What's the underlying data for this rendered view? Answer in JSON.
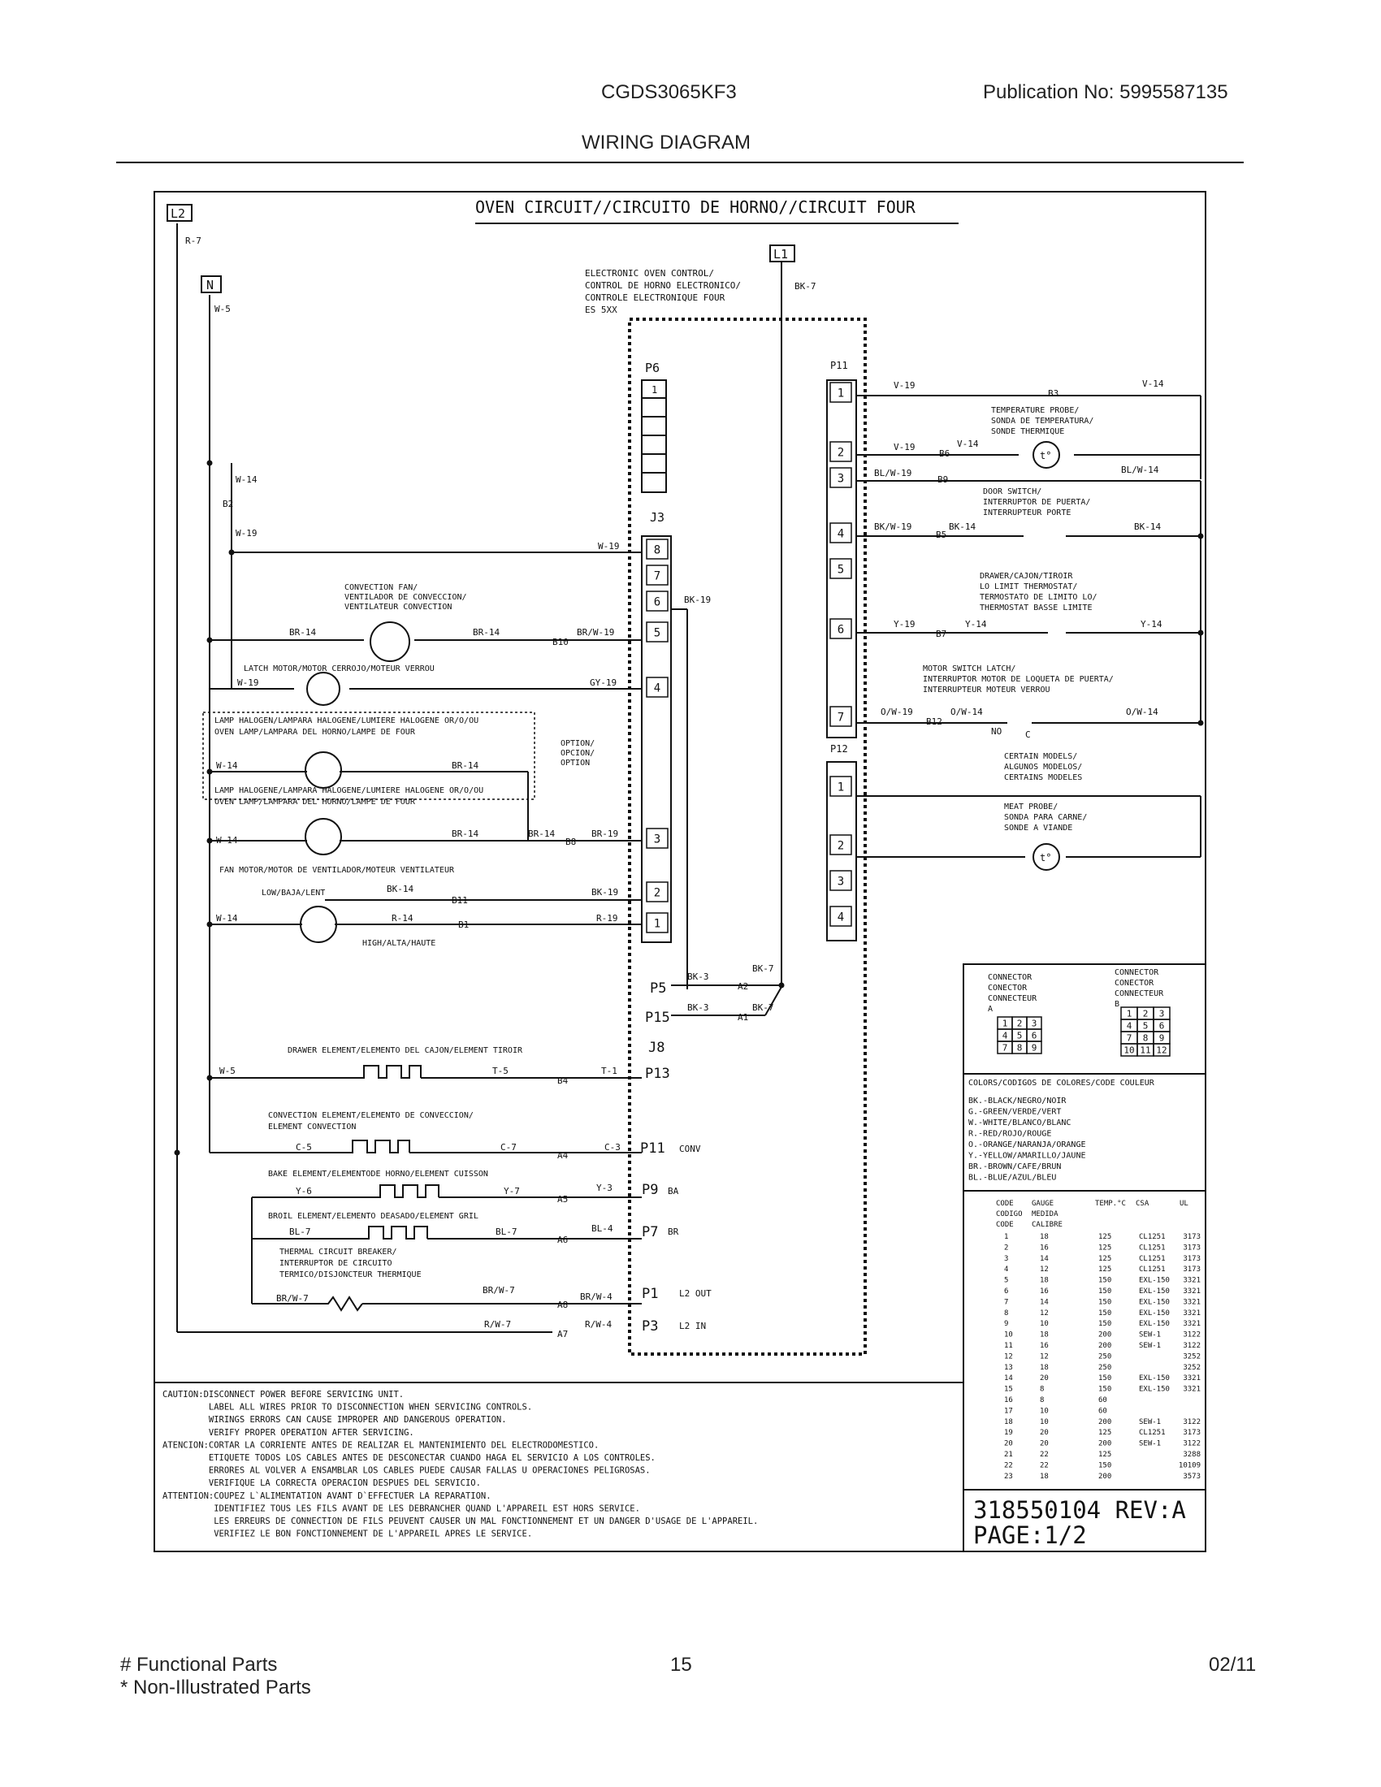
{
  "header": {
    "model": "CGDS3065KF3",
    "publication": "Publication No:  5995587135",
    "section_title": "WIRING DIAGRAM"
  },
  "diagram": {
    "title": "OVEN CIRCUIT//CIRCUITO DE HORNO//CIRCUIT FOUR",
    "terminals": {
      "l2": "L2",
      "n": "N",
      "l1": "L1"
    },
    "wires": {
      "r7": "R-7",
      "w5": "W-5",
      "bk7": "BK-7",
      "w14": "W-14",
      "b2": "B2",
      "w19": "W-19",
      "w19_j3": "W-19",
      "br14a": "BR-14",
      "br14b": "BR-14",
      "b10": "B10",
      "brw19": "BR/W-19",
      "bk19": "BK-19",
      "w19_latch": "W-19",
      "gy19": "GY-19",
      "w14_lamp1": "W-14",
      "br14_lamp1": "BR-14",
      "w14_lamp2": "W-14",
      "br14_lamp2": "BR-14",
      "br14_b8": "BR-14",
      "b8": "B8",
      "br19": "BR-19",
      "bk14_fan": "BK-14",
      "b11": "B11",
      "bk19_fan": "BK-19",
      "w14_fan": "W-14",
      "r14": "R-14",
      "b1": "B1",
      "r19": "R-19",
      "bk3a": "BK-3",
      "bk7a": "BK-7",
      "a2": "A2",
      "bk3b": "BK-3",
      "a1": "A1",
      "bk7b": "BK-7",
      "w5_drawer": "W-5",
      "t5": "T-5",
      "b4": "B4",
      "t1": "T-1",
      "c5": "C-5",
      "c7": "C-7",
      "a4": "A4",
      "c3": "C-3",
      "y6": "Y-6",
      "y7": "Y-7",
      "a5": "A5",
      "y3": "Y-3",
      "bl7a": "BL-7",
      "bl7b": "BL-7",
      "a6": "A6",
      "bl4": "BL-4",
      "brw7a": "BR/W-7",
      "brw7b": "BR/W-7",
      "a8": "A8",
      "brw4": "BR/W-4",
      "rw7": "R/W-7",
      "a7": "A7",
      "rw4": "R/W-4",
      "v19a": "V-19",
      "b3": "B3",
      "v14a": "V-14",
      "v19b": "V-19",
      "b6": "B6",
      "v14b": "V-14",
      "blw19": "BL/W-19",
      "b9": "B9",
      "blw14": "BL/W-14",
      "bkw19": "BK/W-19",
      "bk14_door": "BK-14",
      "b5": "B5",
      "bk14_door2": "BK-14",
      "y19": "Y-19",
      "b7": "B7",
      "y14a": "Y-14",
      "y14b": "Y-14",
      "ow19": "O/W-19",
      "b12": "B12",
      "ow14a": "O/W-14",
      "ow14b": "O/W-14",
      "no": "NO",
      "c": "C"
    },
    "control": {
      "label1": "ELECTRONIC OVEN CONTROL/",
      "label2": "CONTROL DE HORNO ELECTRONICO/",
      "label3": "CONTROLE ELECTRONIQUE FOUR",
      "label4": "ES 5XX",
      "p6": "P6",
      "p6_pin": "1",
      "j3": "J3",
      "p11": "P11",
      "p12": "P12",
      "j3_pins": [
        "8",
        "7",
        "6",
        "5",
        "4",
        "3",
        "2",
        "1"
      ],
      "p11_pins": [
        "1",
        "2",
        "3",
        "4",
        "5",
        "6",
        "7"
      ],
      "p12_pins": [
        "1",
        "2",
        "3",
        "4"
      ],
      "p5": "P5",
      "p15": "P15",
      "j8": "J8",
      "p13": "P13",
      "p11b": "P11",
      "conv": "CONV",
      "p9": "P9",
      "ba": "BA",
      "p7": "P7",
      "br": "BR",
      "p1": "P1",
      "l2out": "L2 OUT",
      "p3": "P3",
      "l2in": "L2 IN"
    },
    "components": {
      "conv_fan1": "CONVECTION FAN/",
      "conv_fan2": "VENTILADOR DE CONVECCION/",
      "conv_fan3": "VENTILATEUR CONVECTION",
      "latch": "LATCH MOTOR/MOTOR CERROJO/MOTEUR VERROU",
      "lamp1a": "LAMP HALOGEN/LAMPARA HALOGENE/LUMIERE HALOGENE OR/O/OU",
      "lamp1b": "OVEN LAMP/LAMPARA DEL HORNO/LAMPE DE FOUR",
      "lamp2a": "LAMP HALOGENE/LAMPARA HALOGENE/LUMIERE HALOGENE OR/O/OU",
      "lamp2b": "OVEN LAMP/LAMPARA DEL HORNO/LAMPE DE FOUR",
      "option1": "OPTION/",
      "option2": "OPCION/",
      "option3": "OPTION",
      "fan_motor": "FAN MOTOR/MOTOR DE VENTILADOR/MOTEUR VENTILATEUR",
      "low": "LOW/BAJA/LENT",
      "high": "HIGH/ALTA/HAUTE",
      "drawer": "DRAWER ELEMENT/ELEMENTO DEL CAJON/ELEMENT TIROIR",
      "conv_el1": "CONVECTION ELEMENT/ELEMENTO DE CONVECCION/",
      "conv_el2": "ELEMENT CONVECTION",
      "bake": "BAKE ELEMENT/ELEMENTODE HORNO/ELEMENT CUISSON",
      "broil": "BROIL ELEMENT/ELEMENTO DEASADO/ELEMENT GRIL",
      "thermal1": "THERMAL CIRCUIT BREAKER/",
      "thermal2": "INTERRUPTOR DE CIRCUITO",
      "thermal3": "TERMICO/DISJONCTEUR THERMIQUE",
      "probe1": "TEMPERATURE PROBE/",
      "probe2": "SONDA DE TEMPERATURA/",
      "probe3": "SONDE THERMIQUE",
      "door1": "DOOR SWITCH/",
      "door2": "INTERRUPTOR DE PUERTA/",
      "door3": "INTERRUPTEUR PORTE",
      "drawer_t1": "DRAWER/CAJON/TIROIR",
      "drawer_t2": "LO LIMIT THERMOSTAT/",
      "drawer_t3": "TERMOSTATO DE LIMITO LO/",
      "drawer_t4": "THERMOSTAT BASSE LIMITE",
      "mswitch1": "MOTOR SWITCH LATCH/",
      "mswitch2": "INTERRUPTOR MOTOR DE LOQUETA DE PUERTA/",
      "mswitch3": "INTERRUPTEUR MOTEUR VERROU",
      "certain1": "CERTAIN MODELS/",
      "certain2": "ALGUNOS MODELOS/",
      "certain3": "CERTAINS MODELES",
      "meat1": "MEAT PROBE/",
      "meat2": "SONDA PARA CARNE/",
      "meat3": "SONDE A VIANDE",
      "t_symbol": "t°"
    },
    "connectors": {
      "a_l1": "CONNECTOR",
      "a_l2": "CONECTOR",
      "a_l3": "CONNECTEUR",
      "a_id": "A",
      "b_l1": "CONNECTOR",
      "b_l2": "CONECTOR",
      "b_l3": "CONNECTEUR",
      "b_id": "B",
      "grid_a": [
        [
          "1",
          "2",
          "3"
        ],
        [
          "4",
          "5",
          "6"
        ],
        [
          "7",
          "8",
          "9"
        ]
      ],
      "grid_b": [
        [
          "1",
          "2",
          "3"
        ],
        [
          "4",
          "5",
          "6"
        ],
        [
          "7",
          "8",
          "9"
        ],
        [
          "10",
          "11",
          "12"
        ]
      ]
    },
    "colors": {
      "title": "COLORS/CODIGOS DE COLORES/CODE COULEUR",
      "lines": [
        "BK.-BLACK/NEGRO/NOIR",
        "G.-GREEN/VERDE/VERT",
        "W.-WHITE/BLANCO/BLANC",
        "R.-RED/ROJO/ROUGE",
        "O.-ORANGE/NARANJA/ORANGE",
        "Y.-YELLOW/AMARILLO/JAUNE",
        "BR.-BROWN/CAFE/BRUN",
        "BL.-BLUE/AZUL/BLEU"
      ]
    },
    "gauge_table": {
      "headers": [
        "CODE",
        "GAUGE",
        "TEMP.°C",
        "CSA",
        "UL"
      ],
      "headers2": [
        "CODIGO",
        "MEDIDA"
      ],
      "headers3": [
        "CODE",
        "CALIBRE"
      ],
      "rows": [
        [
          "1",
          "18",
          "125",
          "CL1251",
          "3173"
        ],
        [
          "2",
          "16",
          "125",
          "CL1251",
          "3173"
        ],
        [
          "3",
          "14",
          "125",
          "CL1251",
          "3173"
        ],
        [
          "4",
          "12",
          "125",
          "CL1251",
          "3173"
        ],
        [
          "5",
          "18",
          "150",
          "EXL-150",
          "3321"
        ],
        [
          "6",
          "16",
          "150",
          "EXL-150",
          "3321"
        ],
        [
          "7",
          "14",
          "150",
          "EXL-150",
          "3321"
        ],
        [
          "8",
          "12",
          "150",
          "EXL-150",
          "3321"
        ],
        [
          "9",
          "10",
          "150",
          "EXL-150",
          "3321"
        ],
        [
          "10",
          "18",
          "200",
          "SEW-1",
          "3122"
        ],
        [
          "11",
          "16",
          "200",
          "SEW-1",
          "3122"
        ],
        [
          "12",
          "12",
          "250",
          "",
          "3252"
        ],
        [
          "13",
          "18",
          "250",
          "",
          "3252"
        ],
        [
          "14",
          "20",
          "150",
          "EXL-150",
          "3321"
        ],
        [
          "15",
          "8",
          "150",
          "EXL-150",
          "3321"
        ],
        [
          "16",
          "8",
          "60",
          "",
          ""
        ],
        [
          "17",
          "10",
          "60",
          "",
          ""
        ],
        [
          "18",
          "10",
          "200",
          "SEW-1",
          "3122"
        ],
        [
          "19",
          "20",
          "125",
          "CL1251",
          "3173"
        ],
        [
          "20",
          "20",
          "200",
          "SEW-1",
          "3122"
        ],
        [
          "21",
          "22",
          "125",
          "",
          "3288"
        ],
        [
          "22",
          "22",
          "150",
          "",
          "10109"
        ],
        [
          "23",
          "18",
          "200",
          "",
          "3573"
        ]
      ]
    },
    "part_number": "318550104 REV:A",
    "page": "PAGE:1/2",
    "caution": {
      "lines": [
        "CAUTION:DISCONNECT POWER BEFORE SERVICING UNIT.",
        "         LABEL ALL WIRES PRIOR TO DISCONNECTION WHEN SERVICING CONTROLS.",
        "         WIRINGS ERRORS CAN CAUSE IMPROPER AND DANGEROUS OPERATION.",
        "         VERIFY PROPER OPERATION AFTER SERVICING.",
        "ATENCION:CORTAR LA CORRIENTE ANTES DE REALIZAR EL MANTENIMIENTO DEL ELECTRODOMESTICO.",
        "         ETIQUETE TODOS LOS CABLES ANTES DE DESCONECTAR CUANDO HAGA EL SERVICIO A LOS CONTROLES.",
        "         ERRORES AL VOLVER A ENSAMBLAR LOS CABLES PUEDE CAUSAR FALLAS U OPERACIONES PELIGROSAS.",
        "         VERIFIQUE LA CORRECTA OPERACION DESPUES DEL SERVICIO.",
        "ATTENTION:COUPEZ L`ALIMENTATION AVANT D`EFFECTUER LA REPARATION.",
        "          IDENTIFIEZ TOUS LES FILS AVANT DE LES DEBRANCHER QUAND L'APPAREIL EST HORS SERVICE.",
        "          LES ERREURS DE CONNECTION DE FILS PEUVENT CAUSER UN MAL FONCTIONNEMENT ET UN DANGER D'USAGE DE L'APPAREIL.",
        "          VERIFIEZ LE BON FONCTIONNEMENT DE L'APPAREIL APRES LE SERVICE."
      ]
    }
  },
  "footer": {
    "functional": "# Functional Parts",
    "non_illustrated": "* Non-Illustrated Parts",
    "page_number": "15",
    "date": "02/11"
  }
}
